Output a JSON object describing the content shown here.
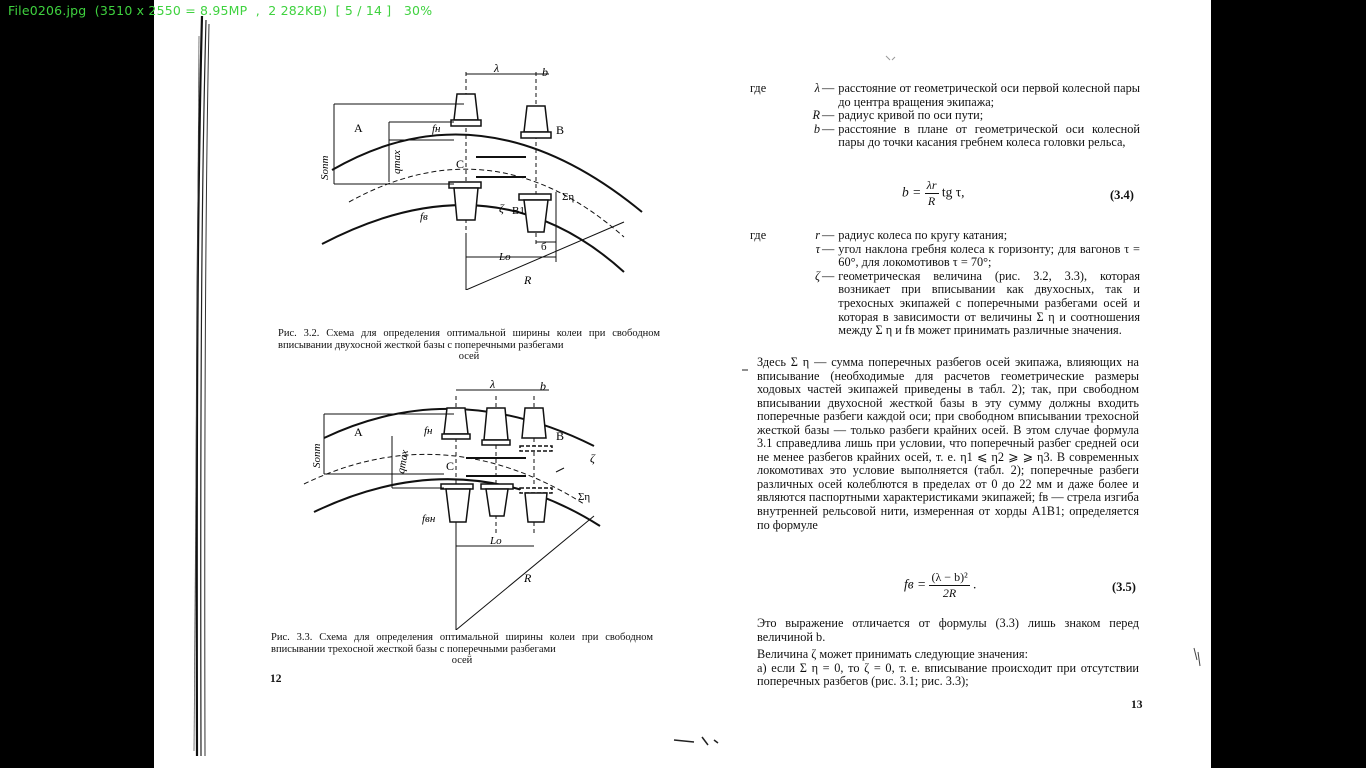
{
  "viewer": {
    "status": "File0206.jpg  (3510 x 2550 = 8.95MP  ,  2 282KB)  [ 5 / 14 ]   30%"
  },
  "left_page": {
    "fig1_caption": "Рис. 3.2. Схема для определения оптимальной ширины колеи при свободном вписывании двухосной жесткой базы с поперечными разбегами",
    "fig1_caption_end": "осей",
    "fig2_caption": "Рис. 3.3. Схема для определения оптимальной ширины колеи при свободном вписывании трехосной жесткой базы с поперечными разбегами",
    "fig2_caption_end": "осей",
    "page_number": "12",
    "fig1_labels": {
      "lambda": "λ",
      "b": "b",
      "A": "A",
      "B": "B",
      "C": "C",
      "fn": "fн",
      "qmax": "qmax",
      "Sopt": "Sопт",
      "fv": "fв",
      "zeta": "ζ",
      "B1": "B1",
      "sigma": "Ση",
      "b2": "б",
      "Lo": "Lo",
      "R": "R"
    },
    "fig2_labels": {
      "lambda": "λ",
      "b": "b",
      "A": "A",
      "B": "B",
      "C": "C",
      "fn": "fн",
      "qmax": "qmax",
      "Sopt": "Sопт",
      "fvn": "fвн",
      "zeta": "ζ",
      "sigma": "Ση",
      "Lo": "Lo",
      "R": "R"
    }
  },
  "right_page": {
    "gde1": "где",
    "defs1": [
      {
        "sym": "λ",
        "text": "расстояние от геометрической оси первой колесной пары до центра вращения экипажа;"
      },
      {
        "sym": "R",
        "text": "радиус кривой по оси пути;"
      },
      {
        "sym": "b",
        "text": "расстояние в плане от геометрической оси колесной пары до точки касания гребнем колеса головки рельса,"
      }
    ],
    "formula34": {
      "lhs": "b =",
      "num": "λr",
      "den": "R",
      "rhs": "tg τ,",
      "number": "(3.4)"
    },
    "gde2": "где",
    "defs2": [
      {
        "sym": "r",
        "text": "радиус колеса по кругу катания;"
      },
      {
        "sym": "τ",
        "text": "угол наклона гребня колеса к горизонту; для вагонов τ = 60°, для локомотивов τ = 70°;"
      },
      {
        "sym": "ζ",
        "text": "геометрическая величина (рис. 3.2, 3.3), которая возникает при вписывании как двухосных, так и трехосных экипажей с поперечными разбегами осей и которая в зависимости от величины Σ η и соотношения между Σ η и fв может принимать различные значения."
      }
    ],
    "paragraph1": "Здесь Σ η — сумма поперечных разбегов осей экипажа, влияющих на вписывание (необходимые для расчетов геометрические размеры ходовых частей экипажей приведены в табл. 2); так, при свободном вписывании двухосной жесткой базы в эту сумму должны входить поперечные разбеги каждой оси; при свободном вписывании трехосной жесткой базы — только разбеги крайних осей. В этом случае формула 3.1 справедлива лишь при условии, что поперечный разбег средней оси не менее разбегов крайних осей, т. е. η1 ⩽ η2 ⩾ ⩾ η3. В современных локомотивах это условие выполняется (табл. 2); поперечные разбеги различных осей колеблются в пределах от 0 до 22 мм и даже более и являются паспортными характеристиками экипажей; fв — стрела изгиба внутренней рельсовой нити, измеренная от хорды A1B1; определяется по формуле",
    "formula35": {
      "lhs": "fв =",
      "num": "(λ − b)²",
      "den": "2R",
      "rhs": ".",
      "number": "(3.5)"
    },
    "paragraph2": "Это выражение отличается от формулы (3.3) лишь знаком перед величиной b.",
    "paragraph3": "Величина ζ может принимать следующие значения:",
    "paragraph4": "а) если Σ η = 0, то ζ = 0, т. е. вписывание происходит при отсутствии поперечных разбегов (рис. 3.1; рис. 3.3);",
    "page_number": "13"
  }
}
